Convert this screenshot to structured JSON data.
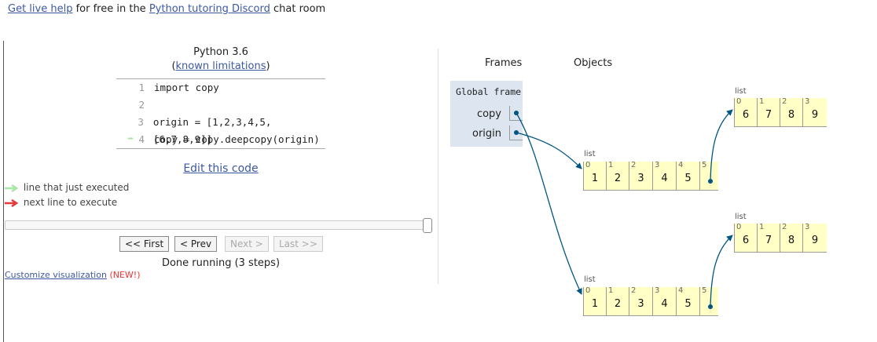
{
  "header": {
    "live_help_link": "Get live help",
    "text1": "for free in the",
    "discord_link": "Python tutoring Discord",
    "text2": "chat room"
  },
  "language": {
    "version": "Python 3.6",
    "limitations_link": "known limitations",
    "open_paren": "(",
    "close_paren": ")"
  },
  "code": [
    {
      "num": "1",
      "text": "import copy",
      "arrow": ""
    },
    {
      "num": "2",
      "text": "",
      "arrow": ""
    },
    {
      "num": "3",
      "text": "origin = [1,2,3,4,5,[6,7,8,9]]",
      "arrow": ""
    },
    {
      "num": "4",
      "text": "copy = copy.deepcopy(origin)",
      "arrow": "➡"
    }
  ],
  "edit_link": "Edit this code",
  "legend": {
    "just_executed": "line that just executed",
    "next_line": "next line to execute"
  },
  "buttons": {
    "first": "<< First",
    "prev": "< Prev",
    "next": "Next >",
    "last": "Last >>"
  },
  "status": "Done running (3 steps)",
  "customize": {
    "link": "Customize visualization",
    "badge": "(NEW!)"
  },
  "frames_header": "Frames",
  "objects_header": "Objects",
  "global_frame": {
    "title": "Global frame",
    "vars": [
      {
        "name": "copy"
      },
      {
        "name": "origin"
      }
    ]
  },
  "list_label": "list",
  "outer_lists": [
    {
      "indices": [
        "0",
        "1",
        "2",
        "3",
        "4",
        "5"
      ],
      "values": [
        "1",
        "2",
        "3",
        "4",
        "5",
        ""
      ]
    },
    {
      "indices": [
        "0",
        "1",
        "2",
        "3",
        "4",
        "5"
      ],
      "values": [
        "1",
        "2",
        "3",
        "4",
        "5",
        ""
      ]
    }
  ],
  "inner_lists": [
    {
      "indices": [
        "0",
        "1",
        "2",
        "3"
      ],
      "values": [
        "6",
        "7",
        "8",
        "9"
      ]
    },
    {
      "indices": [
        "0",
        "1",
        "2",
        "3"
      ],
      "values": [
        "6",
        "7",
        "8",
        "9"
      ]
    }
  ],
  "colors": {
    "arrow": "#005583",
    "heap_cell": "#ffffc6",
    "frame_bg": "#dde5f0",
    "link": "#3D58A2",
    "just_executed": "#a9e6a9",
    "next_line": "#e33b3b"
  }
}
